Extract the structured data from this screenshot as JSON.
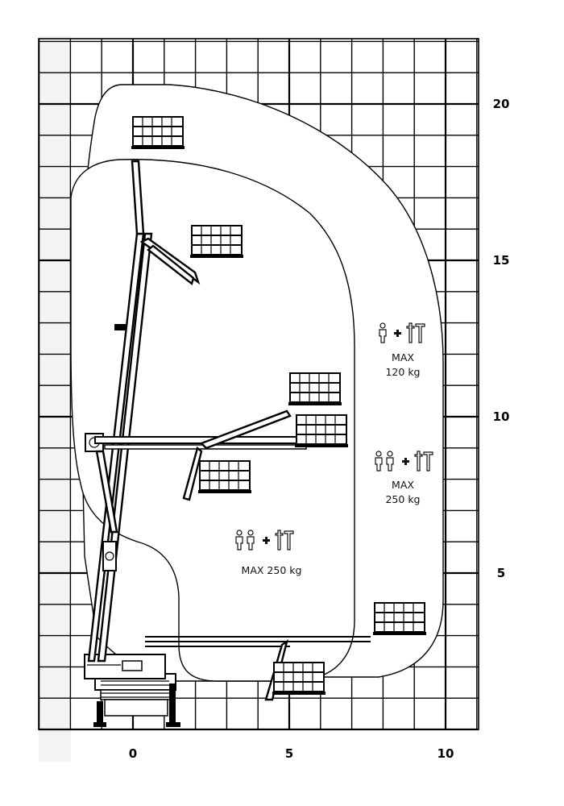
{
  "axes": {
    "x_ticks": [
      "0",
      "5",
      "10"
    ],
    "y_ticks": [
      "5",
      "10",
      "15",
      "20"
    ]
  },
  "capacity_labels": {
    "one_person": {
      "max_label": "MAX",
      "load": "120 kg",
      "icons": [
        "person-icon",
        "plus-icon",
        "tools-icon"
      ]
    },
    "two_persons_outer": {
      "max_label": "MAX",
      "load": "250 kg",
      "icons": [
        "person-icon",
        "person-icon",
        "plus-icon",
        "tools-icon"
      ]
    },
    "two_persons_inner": {
      "text": "MAX 250 kg",
      "icons": [
        "person-icon",
        "person-icon",
        "plus-icon",
        "tools-icon"
      ]
    }
  },
  "colors": {
    "line": "#000000",
    "background": "#ffffff",
    "left_shadow": "#eeeeee"
  }
}
